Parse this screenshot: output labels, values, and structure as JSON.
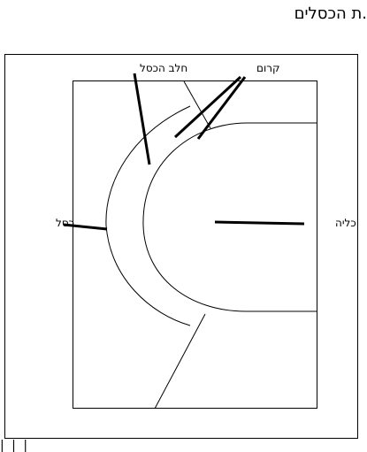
{
  "page": {
    "top_text": ".ת הכסלים",
    "bottom_fragment": "| | |"
  },
  "diagram": {
    "labels": {
      "bulb": "חלב הכסל",
      "membrane": "קרום",
      "bark": "כסל",
      "nucleus": "כליה"
    }
  },
  "colors": {
    "line": "#000000",
    "background": "#ffffff"
  }
}
